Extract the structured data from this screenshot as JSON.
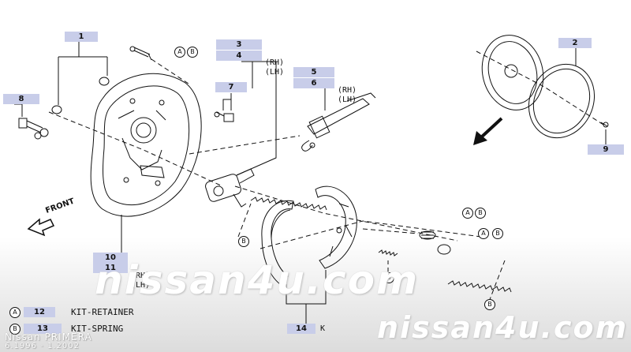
{
  "callouts": [
    {
      "id": "1",
      "label": "1"
    },
    {
      "id": "2",
      "label": "2"
    },
    {
      "id": "3",
      "label": "3",
      "suffix": "(RH)"
    },
    {
      "id": "4",
      "label": "4",
      "suffix": "(LH)"
    },
    {
      "id": "5",
      "label": "5",
      "suffix": "(RH)"
    },
    {
      "id": "6",
      "label": "6",
      "suffix": "(LH)"
    },
    {
      "id": "7",
      "label": "7"
    },
    {
      "id": "8",
      "label": "8"
    },
    {
      "id": "9",
      "label": "9"
    },
    {
      "id": "10",
      "label": "10",
      "suffix": "(RH)"
    },
    {
      "id": "11",
      "label": "11",
      "suffix": "(LH)"
    },
    {
      "id": "14",
      "label": "14",
      "suffix": "K"
    }
  ],
  "kit_markers": {
    "a": "A",
    "b": "B"
  },
  "front_label": "FRONT",
  "legend": [
    {
      "marker": "A",
      "number": "12",
      "text": "KIT-RETAINER"
    },
    {
      "marker": "B",
      "number": "13",
      "text": "KIT-SPRING"
    }
  ],
  "vehicle": {
    "model": "Nissan PRIMERA",
    "dates": "6.1996 - 1.2002"
  },
  "watermark": "nissan4u.com"
}
